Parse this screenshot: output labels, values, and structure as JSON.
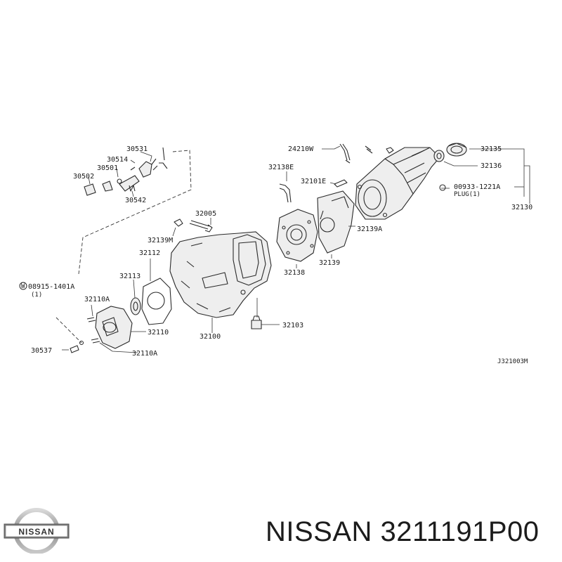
{
  "diagram_code": "J321003M",
  "brand": {
    "logo_text": "NISSAN",
    "caption": "NISSAN 3211191P00"
  },
  "labels": {
    "p24210W": "24210W",
    "p32135": "32135",
    "p32136": "32136",
    "p32138E": "32138E",
    "p32101E": "32101E",
    "p00933": "00933-1221A",
    "plug": "PLUG(1)",
    "p32130": "32130",
    "p32139A": "32139A",
    "p32138": "32138",
    "p32139": "32139",
    "p30531": "30531",
    "p30514": "30514",
    "p30501": "30501",
    "p30502": "30502",
    "p30542": "30542",
    "p32005": "32005",
    "p32139M": "32139M",
    "p32112": "32112",
    "p32113": "32113",
    "p08915": "08915-1401A",
    "qty1": "(1)",
    "p32110A_top": "32110A",
    "p32110": "32110",
    "p32110A_bottom": "32110A",
    "p30537": "30537",
    "p32100": "32100",
    "p32103": "32103"
  }
}
